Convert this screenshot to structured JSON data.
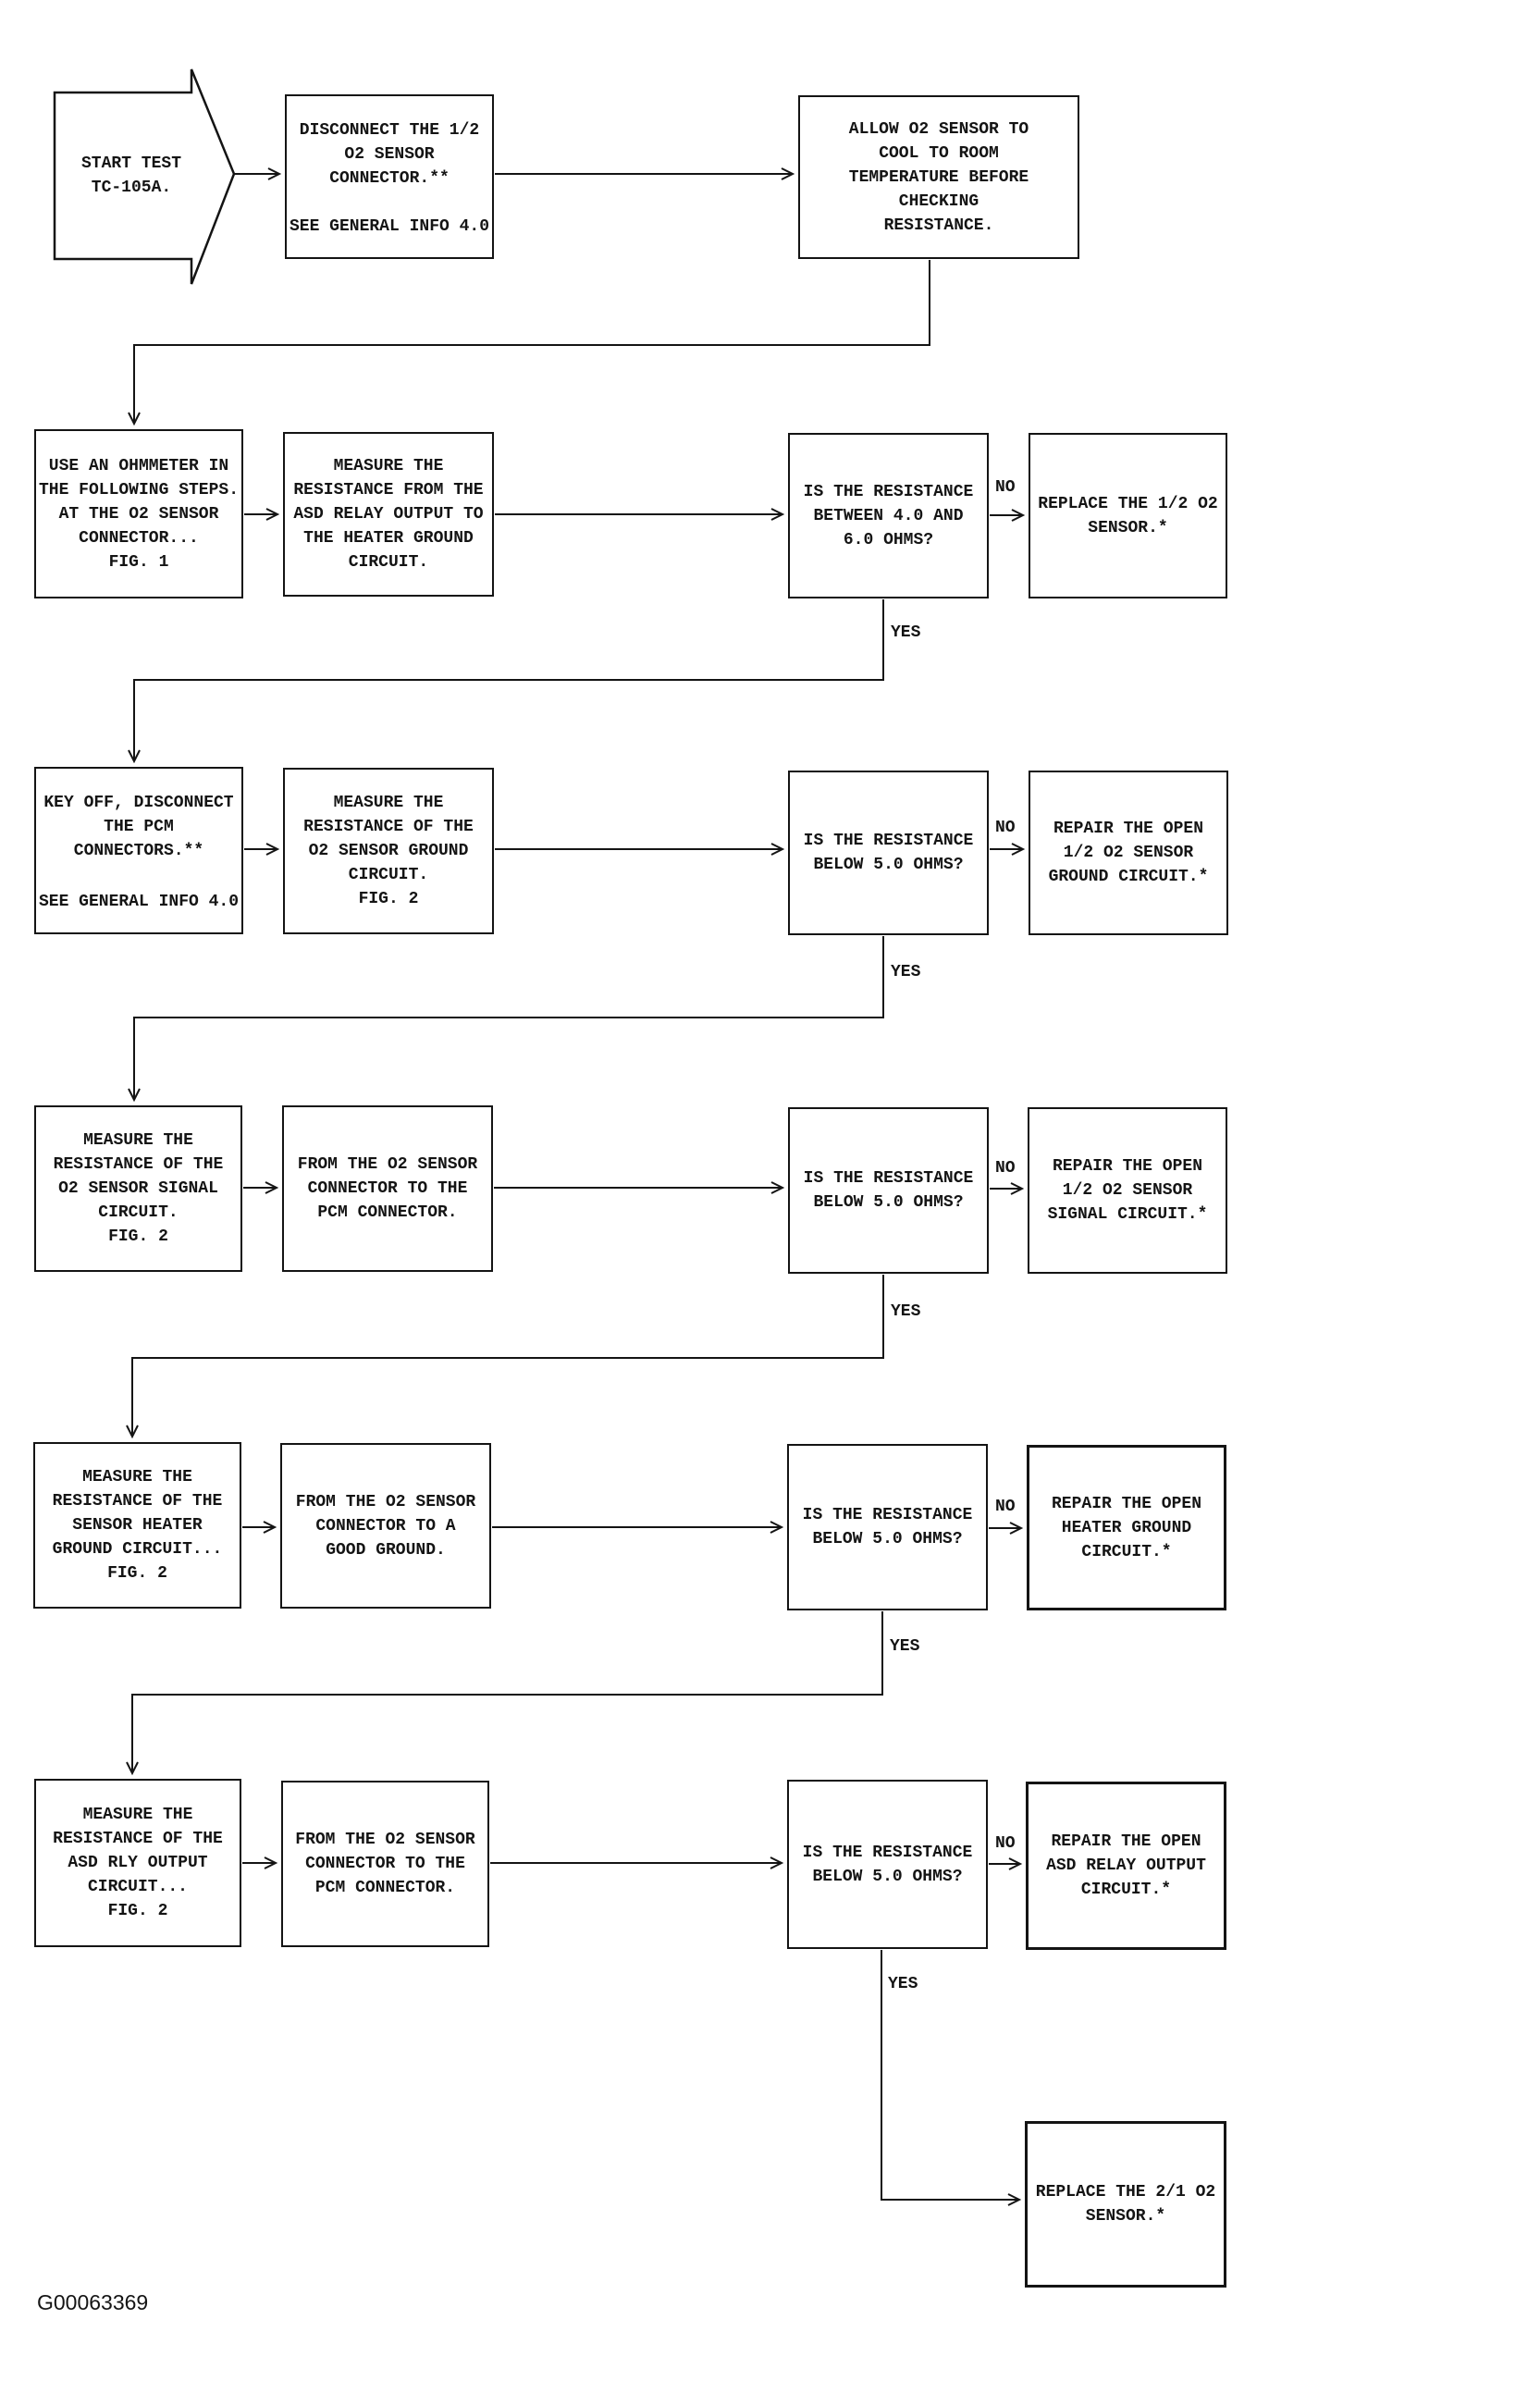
{
  "figure_id": "G00063369",
  "branch_labels": {
    "yes": "YES",
    "no": "NO"
  },
  "nodes": {
    "start": {
      "text": "START TEST\nTC-105A."
    },
    "disconnect_connector": {
      "text": "DISCONNECT THE 1/2\nO2 SENSOR\nCONNECTOR.**",
      "footer": "SEE GENERAL INFO 4.0"
    },
    "allow_cool": {
      "text": "ALLOW O2 SENSOR TO\nCOOL TO ROOM\nTEMPERATURE BEFORE\nCHECKING\nRESISTANCE."
    },
    "use_ohmmeter": {
      "text": "USE AN OHMMETER IN\nTHE FOLLOWING STEPS.\nAT THE O2 SENSOR\nCONNECTOR...\nFIG. 1"
    },
    "measure_asd_to_heater": {
      "text": "MEASURE THE\nRESISTANCE FROM THE\nASD RELAY OUTPUT TO\nTHE HEATER GROUND\nCIRCUIT."
    },
    "q_between_4_6": {
      "text": "IS THE RESISTANCE\nBETWEEN 4.0 AND\n6.0 OHMS?"
    },
    "replace_12_sensor": {
      "text": "REPLACE THE 1/2 O2\nSENSOR.*"
    },
    "key_off": {
      "text": "KEY OFF, DISCONNECT\nTHE PCM\nCONNECTORS.**",
      "footer": "SEE GENERAL INFO 4.0"
    },
    "measure_ground": {
      "text": "MEASURE THE\nRESISTANCE OF THE\nO2 SENSOR GROUND\nCIRCUIT.\nFIG. 2"
    },
    "q_below_5_ground": {
      "text": "IS THE RESISTANCE\nBELOW 5.0 OHMS?"
    },
    "repair_ground": {
      "text": "REPAIR THE OPEN\n1/2 O2 SENSOR\nGROUND CIRCUIT.*"
    },
    "measure_signal": {
      "text": "MEASURE THE\nRESISTANCE OF THE\nO2 SENSOR SIGNAL\nCIRCUIT.\nFIG. 2"
    },
    "signal_path": {
      "text": "FROM THE O2 SENSOR\nCONNECTOR TO THE\nPCM CONNECTOR."
    },
    "q_below_5_signal": {
      "text": "IS THE RESISTANCE\nBELOW 5.0 OHMS?"
    },
    "repair_signal": {
      "text": "REPAIR THE OPEN\n1/2 O2 SENSOR\nSIGNAL CIRCUIT.*"
    },
    "measure_heater_ground": {
      "text": "MEASURE THE\nRESISTANCE OF THE\nSENSOR HEATER\nGROUND CIRCUIT...\nFIG. 2"
    },
    "heater_ground_path": {
      "text": "FROM THE O2 SENSOR\nCONNECTOR TO A\nGOOD GROUND."
    },
    "q_below_5_heater": {
      "text": "IS THE RESISTANCE\nBELOW 5.0 OHMS?"
    },
    "repair_heater_ground": {
      "text": "REPAIR THE OPEN\nHEATER GROUND\nCIRCUIT.*"
    },
    "measure_asd_output": {
      "text": "MEASURE THE\nRESISTANCE OF THE\nASD RLY OUTPUT\nCIRCUIT...\nFIG. 2"
    },
    "asd_output_path": {
      "text": "FROM THE O2 SENSOR\nCONNECTOR TO THE\nPCM CONNECTOR."
    },
    "q_below_5_asd": {
      "text": "IS THE RESISTANCE\nBELOW 5.0 OHMS?"
    },
    "repair_asd_output": {
      "text": "REPAIR THE OPEN\nASD RELAY OUTPUT\nCIRCUIT.*"
    },
    "replace_21_sensor": {
      "text": "REPLACE THE 2/1 O2\nSENSOR.*"
    }
  }
}
